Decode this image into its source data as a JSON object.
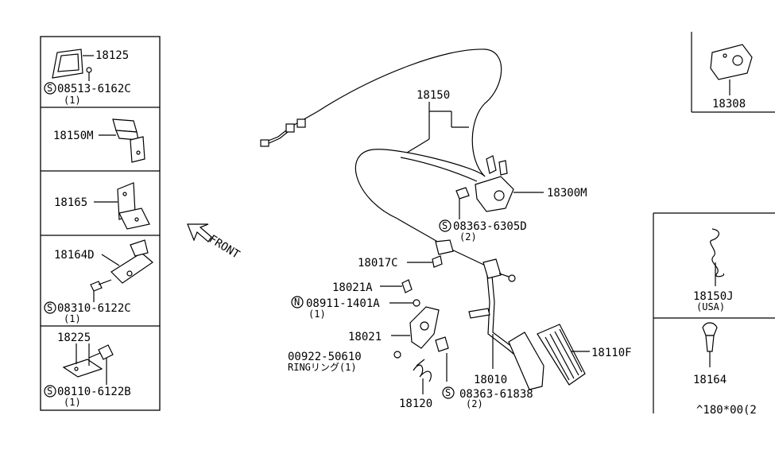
{
  "left_panel": {
    "p1": {
      "part": "18125",
      "screw_code": "08513-6162C",
      "screw_qty": "(1)",
      "screw_prefix": "S"
    },
    "p2": {
      "part": "18150M"
    },
    "p3": {
      "part": "18165"
    },
    "p4": {
      "part": "18164D",
      "screw_code": "08310-6122C",
      "screw_qty": "(1)",
      "screw_prefix": "S"
    },
    "p5": {
      "part": "18225",
      "screw_code": "08110-6122B",
      "screw_qty": "(1)",
      "screw_prefix": "S"
    }
  },
  "front_label": "FRONT",
  "main": {
    "cable_label": "18150",
    "throttle_label": "18300M",
    "bolt_code": "08363-6305D",
    "bolt_qty": "(2)",
    "bolt_prefix": "S",
    "clip_label": "18017C",
    "bush_label": "18021A",
    "nut_code": "08911-1401A",
    "nut_qty": "(1)",
    "nut_prefix": "N",
    "bracket_label": "18021",
    "ring_code": "00922-50610",
    "ring_text": "RINGリング(1)",
    "spring_label": "18120",
    "lever_label": "18010",
    "pedal_bolt_code": "08363-61838",
    "pedal_bolt_qty": "(2)",
    "pedal_bolt_prefix": "S",
    "pad_label": "18110F"
  },
  "right_panel": {
    "top": {
      "part": "18308"
    },
    "mid": {
      "part": "18150J",
      "note": "(USA)"
    },
    "bottom": {
      "part": "18164"
    },
    "footer": "^180*00(2"
  }
}
